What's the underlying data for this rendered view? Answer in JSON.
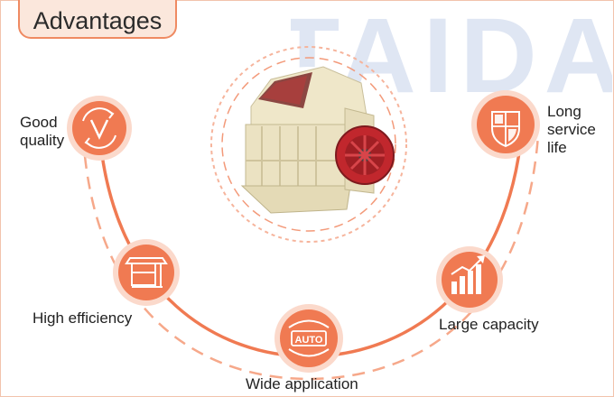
{
  "header": {
    "title": "Advantages"
  },
  "watermark": {
    "text": "TAIDA"
  },
  "features": [
    {
      "label": "Good\nquality",
      "icon": "v-quality-icon"
    },
    {
      "label": "High efficiency",
      "icon": "machine-icon"
    },
    {
      "label": "Wide application",
      "icon": "auto-badge-icon",
      "badge": "AUTO"
    },
    {
      "label": "Large capacity",
      "icon": "bar-chart-growth-icon"
    },
    {
      "label": "Long\nservice\nlife",
      "icon": "shield-icon"
    }
  ],
  "colors": {
    "accent": "#f07a52",
    "accent_light": "#f6a88a",
    "text": "#222222",
    "watermark": "#dfe6f3"
  }
}
